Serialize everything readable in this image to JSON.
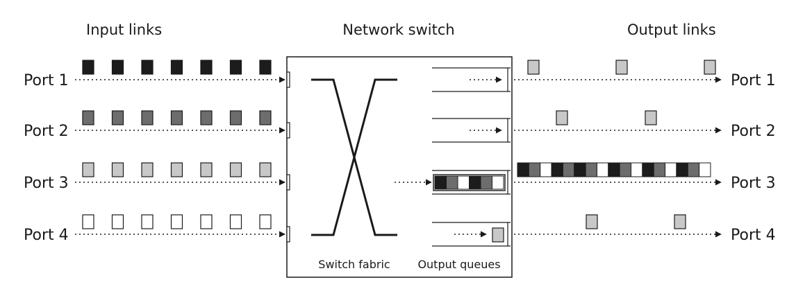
{
  "headings": {
    "input": "Input links",
    "switch": "Network switch",
    "output": "Output links"
  },
  "labels": {
    "fabric": "Switch fabric",
    "queues": "Output queues"
  },
  "colors": {
    "port1": "#1c1c1c",
    "port2": "#6d6d6d",
    "port3": "#c8c8c8",
    "port4": "#ffffff",
    "stroke": "#1a1a1a"
  },
  "ports": [
    {
      "input_label": "Port 1",
      "output_label": "Port 1",
      "input_packets": 7,
      "input_color": "port1",
      "queue": [],
      "output_packets": [
        "port3",
        "port3",
        "port3"
      ]
    },
    {
      "input_label": "Port 2",
      "output_label": "Port 2",
      "input_packets": 7,
      "input_color": "port2",
      "queue": [],
      "output_packets": [
        "port3",
        "port3"
      ]
    },
    {
      "input_label": "Port 3",
      "output_label": "Port 3",
      "input_packets": 7,
      "input_color": "port3",
      "queue": [
        "port1",
        "port2",
        "port4",
        "port1",
        "port2",
        "port4"
      ],
      "output_packets": [
        "port1",
        "port2",
        "port4",
        "port1",
        "port2",
        "port1",
        "port2",
        "port4",
        "port1",
        "port2",
        "port4",
        "port1",
        "port2",
        "port4",
        "port1",
        "port2",
        "port4"
      ]
    },
    {
      "input_label": "Port 4",
      "output_label": "Port 4",
      "input_packets": 7,
      "input_color": "port4",
      "queue": [
        "port3"
      ],
      "output_packets": [
        "port3",
        "port3"
      ]
    }
  ]
}
